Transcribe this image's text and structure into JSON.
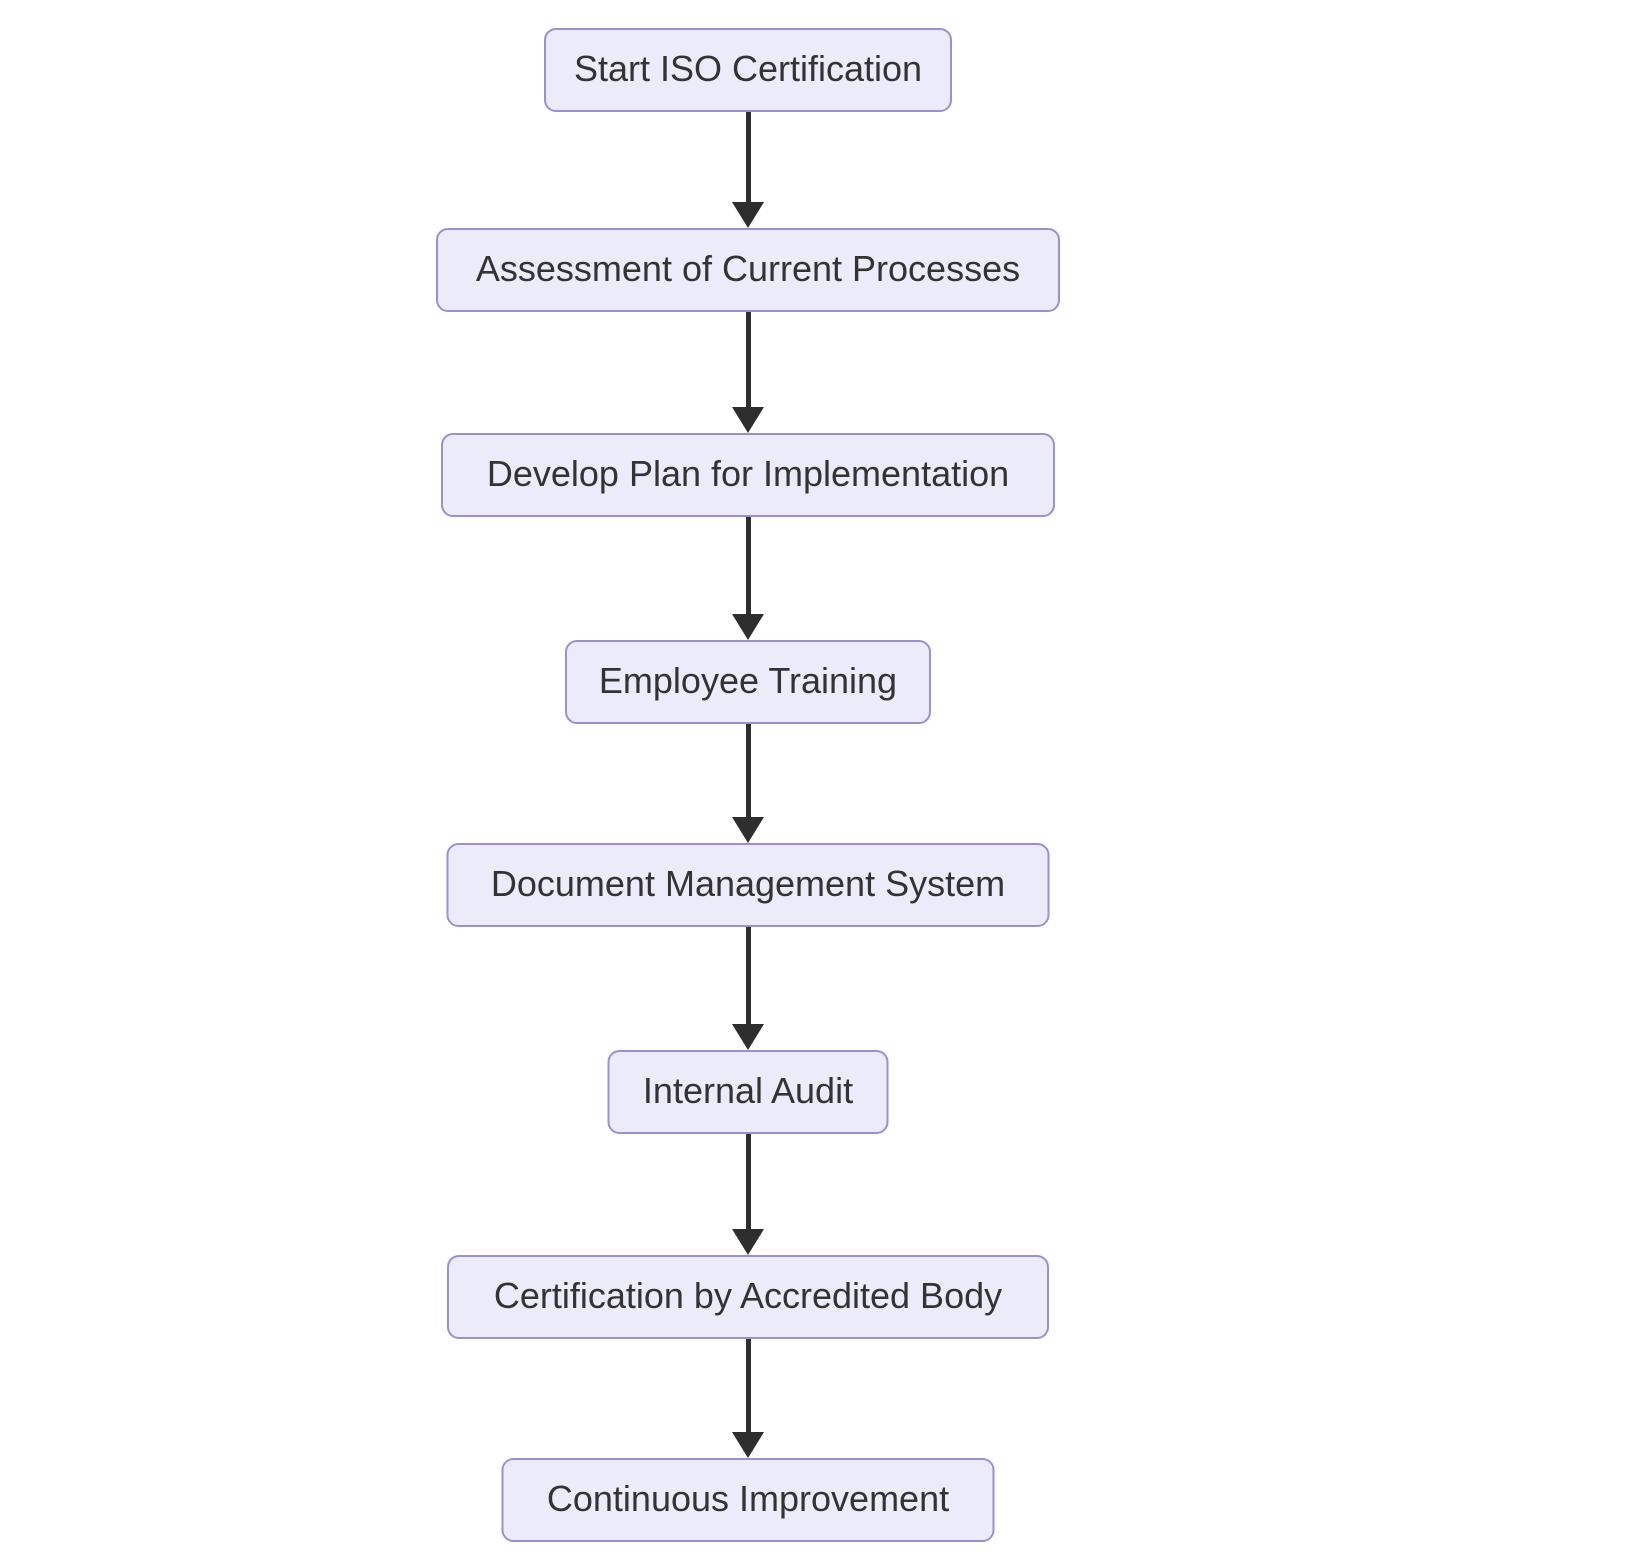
{
  "flowchart": {
    "type": "flowchart",
    "direction": "top-down",
    "nodes": [
      {
        "id": "start",
        "label": "Start ISO Certification"
      },
      {
        "id": "assessment",
        "label": "Assessment of Current Processes"
      },
      {
        "id": "plan",
        "label": "Develop Plan for Implementation"
      },
      {
        "id": "training",
        "label": "Employee Training"
      },
      {
        "id": "document",
        "label": "Document Management System"
      },
      {
        "id": "audit",
        "label": "Internal Audit"
      },
      {
        "id": "certification",
        "label": "Certification by Accredited Body"
      },
      {
        "id": "improvement",
        "label": "Continuous Improvement"
      }
    ],
    "edges": [
      {
        "from": "start",
        "to": "assessment"
      },
      {
        "from": "assessment",
        "to": "plan"
      },
      {
        "from": "plan",
        "to": "training"
      },
      {
        "from": "training",
        "to": "document"
      },
      {
        "from": "document",
        "to": "audit"
      },
      {
        "from": "audit",
        "to": "certification"
      },
      {
        "from": "certification",
        "to": "improvement"
      }
    ],
    "colors": {
      "node_fill": "#ECEBFA",
      "node_border": "#9C8FD0",
      "node_text": "#333333",
      "arrow": "#2E2E2E",
      "background": "#FFFFFF"
    }
  }
}
